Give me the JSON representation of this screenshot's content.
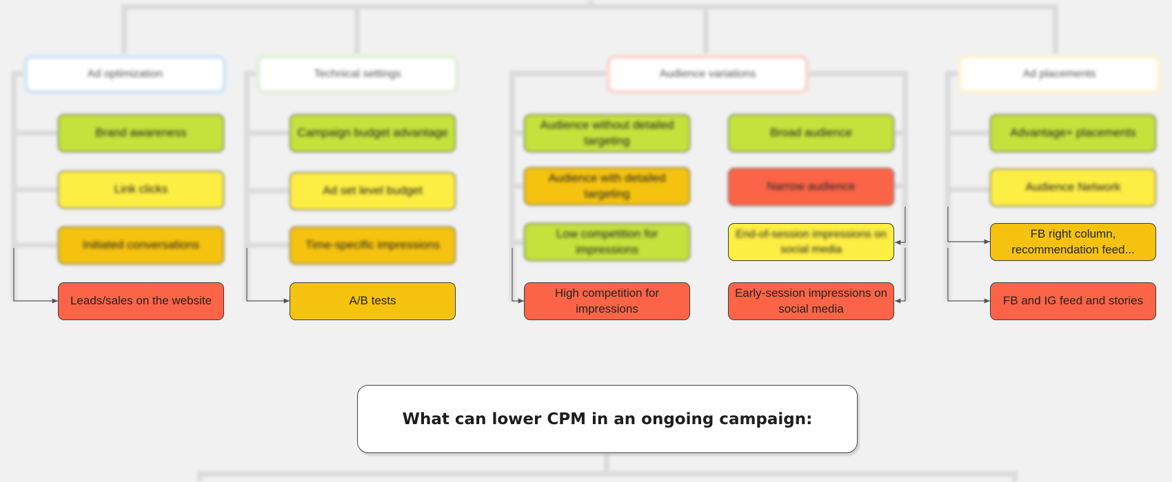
{
  "diagram": {
    "main_question": "What can lower CPM in an ongoing campaign:",
    "categories": [
      {
        "title": "Ad optimization",
        "items": [
          "Brand awareness",
          "Link clicks",
          "Initiated conversations",
          "Leads/sales on the website"
        ]
      },
      {
        "title": "Technical settings",
        "items": [
          "Campaign budget advantage",
          "Ad set level budget",
          "Time-specific impressions",
          "A/B tests"
        ]
      },
      {
        "title": "Audience variations",
        "left_items": [
          "Audience without detailed targeting",
          "Audience with detailed targeting",
          "Low competition for impressions",
          "High competition for impressions"
        ],
        "right_items": [
          "Broad audience",
          "Narrow audience",
          "End-of-session impressions on social media",
          "Early-session impressions on social media"
        ]
      },
      {
        "title": "Ad placements",
        "items": [
          "Advantage+ placements",
          "Audience Network",
          "FB right column, recommendation feed...",
          "FB and IG feed and stories"
        ]
      }
    ]
  },
  "colors": {
    "green": "#c3e23c",
    "yellow": "#fdee43",
    "amber": "#f5c30f",
    "red": "#fc6447",
    "category_borders": [
      "#cfe3f8",
      "#dff0d6",
      "#fbd3cb",
      "#fdf2cf"
    ],
    "connector": "#dcdcdc",
    "arrow": "#555555"
  }
}
